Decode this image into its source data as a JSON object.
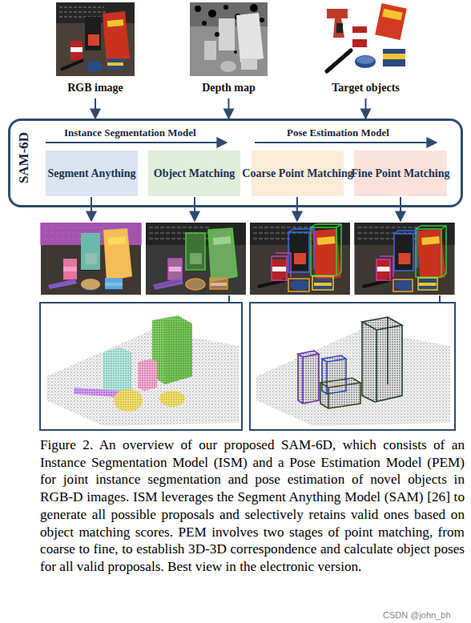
{
  "diagram": {
    "caption": "Figure 2. An overview of our proposed SAM-6D, which consists of an Instance Segmentation Model (ISM) and a Pose Estimation Model (PEM) for joint instance segmentation and pose estimation of novel objects in RGB-D images. ISM leverages the Segment Anything Model (SAM) [26] to generate all possible proposals and selectively retains valid ones based on object matching scores. PEM involves two stages of point matching, from coarse to fine, to establish 3D-3D correspondence and calculate object poses for all valid proposals. Best view in the electronic version.",
    "nodes": [
      {
        "text": [
          "RGB image"
        ]
      },
      {
        "text": [
          "Depth map"
        ]
      },
      {
        "text": [
          "Target objects"
        ]
      },
      {
        "text": [
          "SAM-6D",
          "Instance Segmentation Model",
          "Pose Estimation Model"
        ]
      },
      {
        "text": [
          "Segment Anything"
        ],
        "in": 3
      },
      {
        "text": [
          "Object Matching"
        ],
        "in": 3
      },
      {
        "text": [
          "Coarse Point Matching"
        ],
        "in": 3
      },
      {
        "text": [
          "Fine Point Matching"
        ],
        "in": 3
      }
    ],
    "edges": [
      {
        "from": 0,
        "to": 3,
        "arrow": "to"
      },
      {
        "from": 1,
        "to": 3,
        "arrow": "to"
      },
      {
        "from": 2,
        "to": 3,
        "arrow": "to"
      }
    ],
    "labels": [
      "CSDN @john_bh"
    ]
  }
}
